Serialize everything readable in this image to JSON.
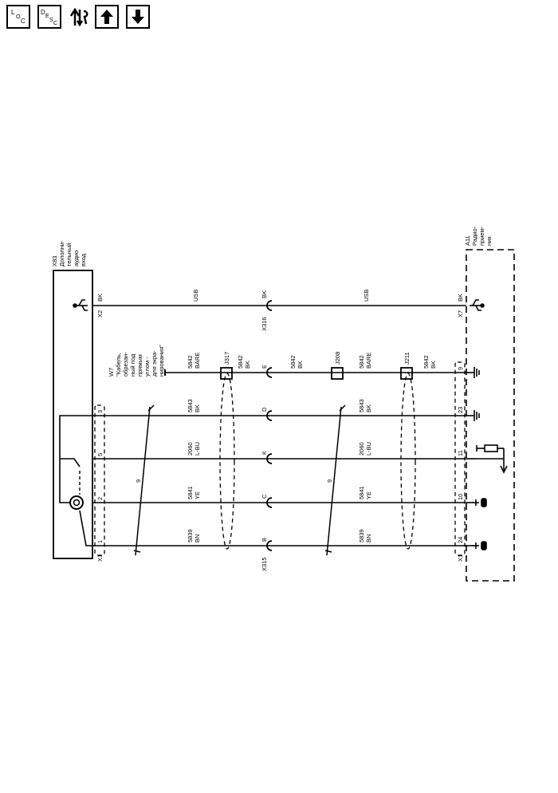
{
  "toolbar": {
    "loc_label": "LOC",
    "desc_label": "DESC",
    "buttons": [
      "loc-button",
      "desc-button",
      "connector-info-button",
      "up-button",
      "down-button"
    ]
  },
  "components": {
    "x83": {
      "id": "X83",
      "name": [
        "Дополни-",
        "тельный",
        "аудио",
        "вход"
      ]
    },
    "a11": {
      "id": "A11",
      "name": [
        "Радио-",
        "прием-",
        "ник"
      ]
    },
    "w7": {
      "id": "W7",
      "name": [
        "\"Кабель,",
        "обрезан-",
        "ный под",
        "прямым",
        "углом -",
        "для экра-",
        "нирования\""
      ]
    }
  },
  "connectors": {
    "x2": "X2",
    "x7": "X7",
    "x316": "X316",
    "x315": "X315",
    "x1_left": "X1",
    "x1_right": "X1"
  },
  "splices": [
    "J317",
    "J208",
    "J211"
  ],
  "wires": {
    "usb_left": "USB",
    "usb_right": "USB",
    "bk_x2": "BK",
    "bk_x316": "BK",
    "bk_x7": "BK",
    "w5842_a": [
      "5842",
      "BARE"
    ],
    "w5842_b": [
      "5842",
      "BK"
    ],
    "w5842_c": [
      "5842",
      "BK"
    ],
    "w5842_d": [
      "5842",
      "BARE"
    ],
    "w5842_e": [
      "5842",
      "BK"
    ],
    "w5843_l": [
      "5843",
      "BK"
    ],
    "w5843_r": [
      "5843",
      "BK"
    ],
    "w2060_l": [
      "2060",
      "L-BU"
    ],
    "w2060_r": [
      "2060",
      "L-BU"
    ],
    "w5841_l": [
      "5841",
      "YE"
    ],
    "w5841_r": [
      "5841",
      "YE"
    ],
    "w5839_l": [
      "5839",
      "BN"
    ],
    "w5839_r": [
      "5839",
      "BN"
    ]
  },
  "pins": {
    "left": [
      "3",
      "5",
      "2",
      "1"
    ],
    "mid": [
      "E",
      "D",
      "K",
      "C",
      "B"
    ],
    "right": [
      "9",
      "23",
      "11",
      "10",
      "24"
    ]
  },
  "twist_count": [
    "9",
    "9"
  ]
}
